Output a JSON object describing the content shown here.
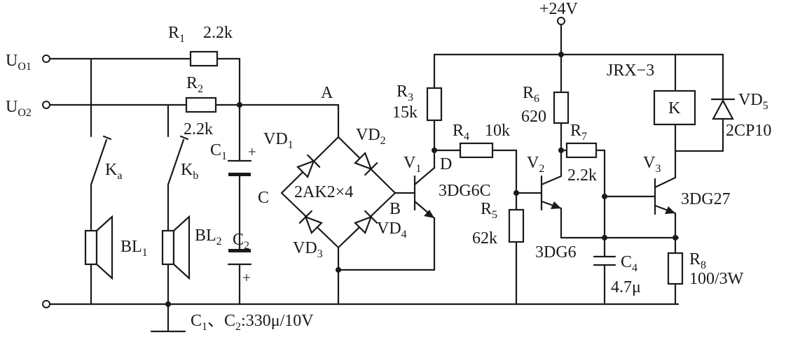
{
  "labels": {
    "uo1_main": "U",
    "uo1_sub": "O1",
    "uo2_main": "U",
    "uo2_sub": "O2",
    "r1": "R",
    "r1_sub": "1",
    "r1_val": "2.2k",
    "r2": "R",
    "r2_sub": "2",
    "r2_val": "2.2k",
    "c1": "C",
    "c1_sub": "1",
    "c1_pol": "+",
    "c2": "C",
    "c2_sub": "2",
    "c2_pol": "+",
    "node_a": "A",
    "node_b": "B",
    "node_c": "C",
    "node_d": "D",
    "vd1": "VD",
    "vd1_sub": "1",
    "vd2": "VD",
    "vd2_sub": "2",
    "vd3": "VD",
    "vd3_sub": "3",
    "vd4": "VD",
    "vd4_sub": "4",
    "bridge_type": "2AK2×4",
    "ka": "K",
    "ka_sub": "a",
    "kb": "K",
    "kb_sub": "b",
    "bl1": "BL",
    "bl1_sub": "1",
    "bl2": "BL",
    "bl2_sub": "2",
    "caps_note": "C",
    "caps_note_sub1": "1",
    "caps_note_mid": "、C",
    "caps_note_sub2": "2",
    "caps_note_val": ":330μ/10V",
    "supply": "+24V",
    "r3": "R",
    "r3_sub": "3",
    "r3_val": "15k",
    "r4": "R",
    "r4_sub": "4",
    "r4_val": "10k",
    "r5": "R",
    "r5_sub": "5",
    "r5_val": "62k",
    "r6": "R",
    "r6_sub": "6",
    "r6_val": "620",
    "r7": "R",
    "r7_sub": "7",
    "r7_val": "2.2k",
    "r8": "R",
    "r8_sub": "8",
    "r8_val": "100/3W",
    "v1": "V",
    "v1_sub": "1",
    "v1_type": "3DG6C",
    "v2": "V",
    "v2_sub": "2",
    "v2_type": "3DG6",
    "v3": "V",
    "v3_sub": "3",
    "v3_type": "3DG27",
    "c4": "C",
    "c4_sub": "4",
    "c4_val": "4.7μ",
    "relay_model": "JRX−3",
    "relay_coil": "K",
    "vd5": "VD",
    "vd5_sub": "5",
    "vd5_type": "2CP10"
  }
}
